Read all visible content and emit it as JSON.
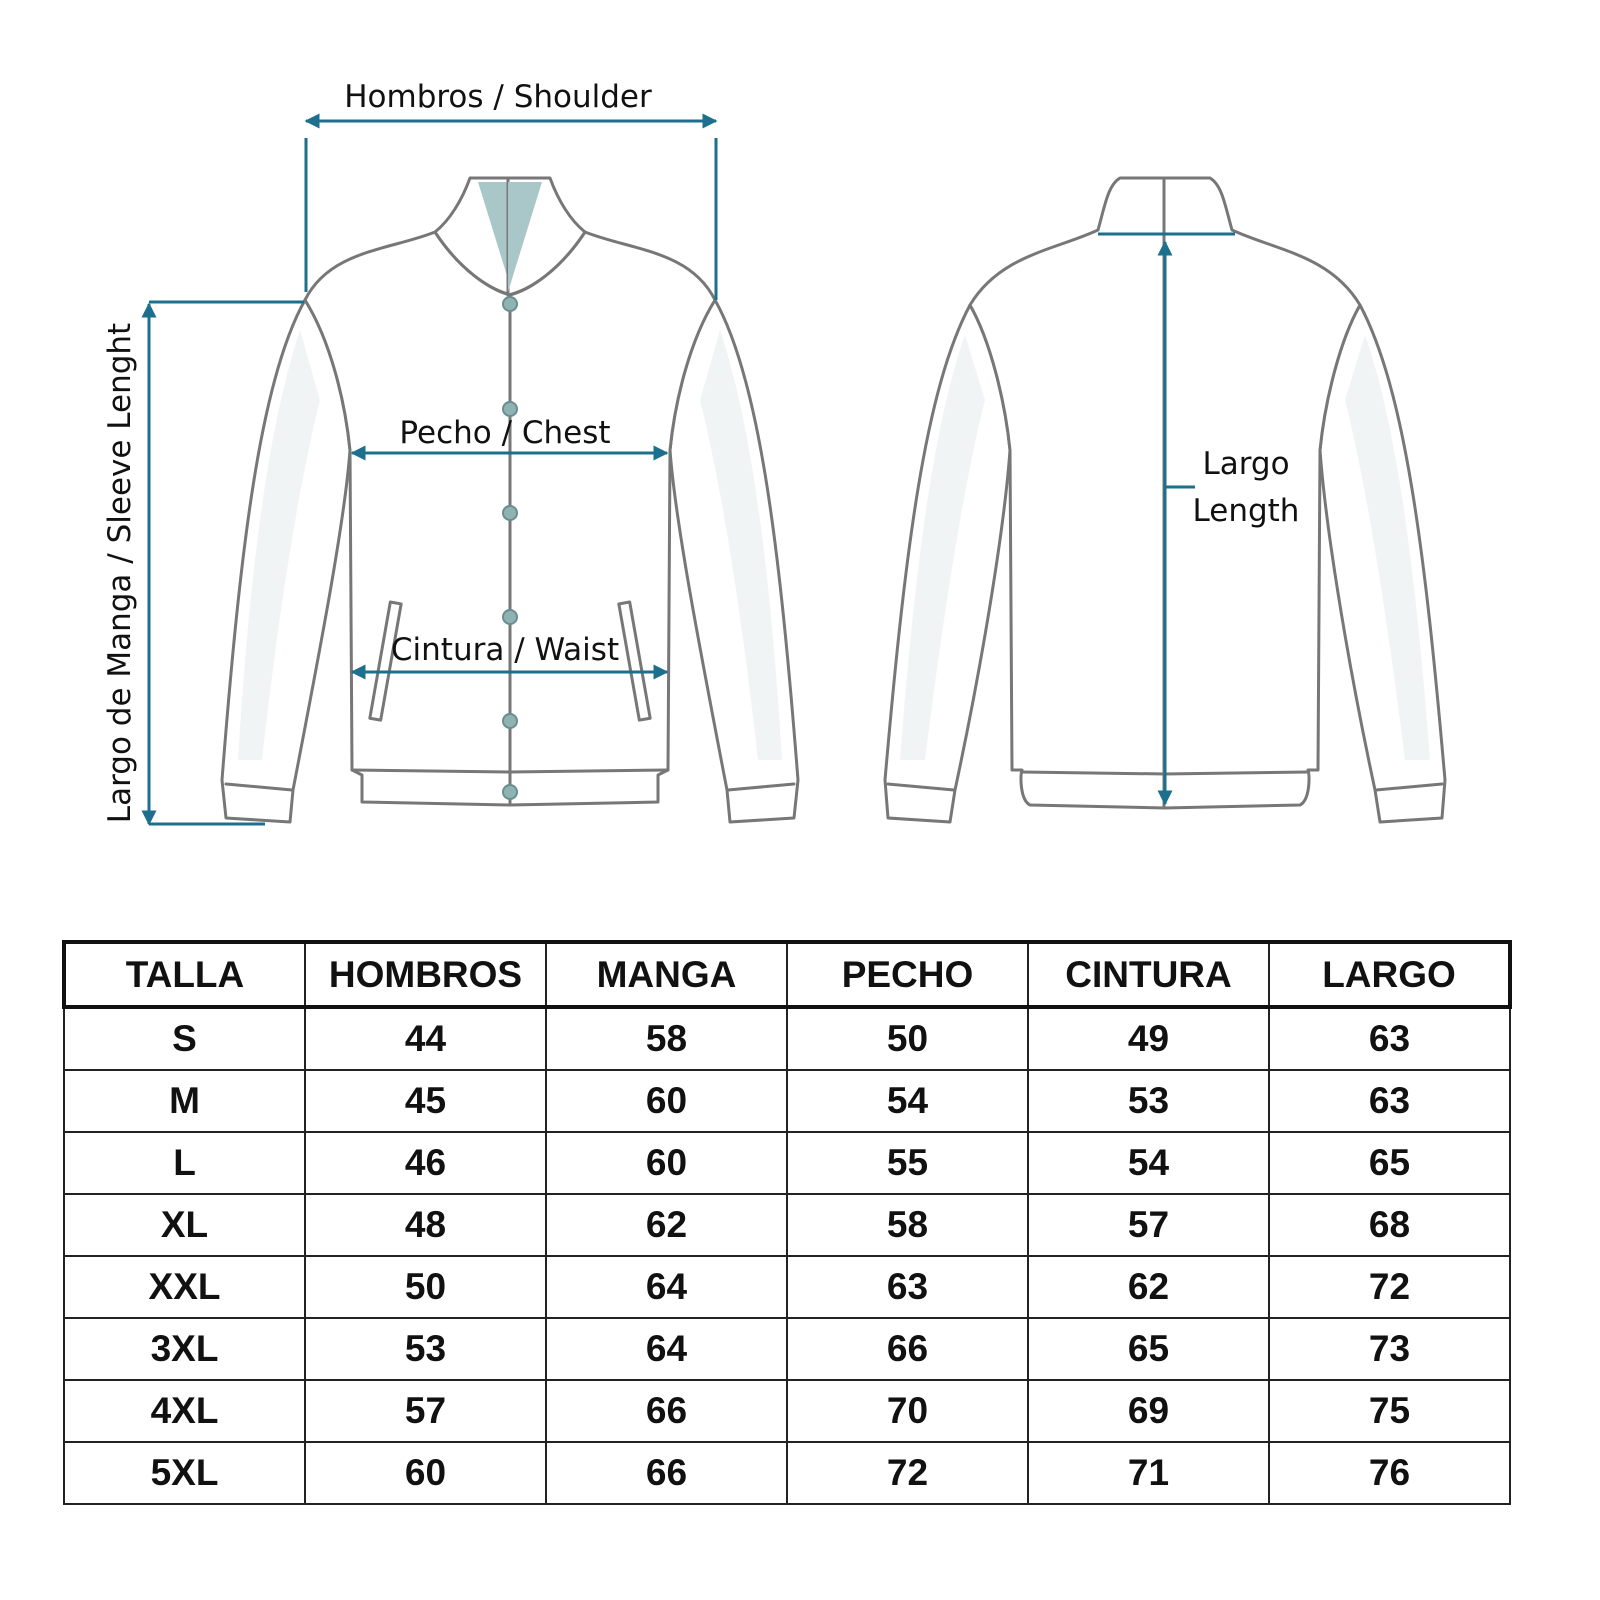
{
  "diagram": {
    "shoulder_label": "Hombros / Shoulder",
    "sleeve_label": "Largo de Manga / Sleeve Lenght",
    "chest_label": "Pecho  / Chest",
    "waist_label": "Cintura / Waist",
    "length_label_es": "Largo",
    "length_label_en": "Length",
    "accent_color": "#1d6f8e"
  },
  "table": {
    "headers": [
      "TALLA",
      "HOMBROS",
      "MANGA",
      "PECHO",
      "CINTURA",
      "LARGO"
    ],
    "rows": [
      [
        "S",
        "44",
        "58",
        "50",
        "49",
        "63"
      ],
      [
        "M",
        "45",
        "60",
        "54",
        "53",
        "63"
      ],
      [
        "L",
        "46",
        "60",
        "55",
        "54",
        "65"
      ],
      [
        "XL",
        "48",
        "62",
        "58",
        "57",
        "68"
      ],
      [
        "XXL",
        "50",
        "64",
        "63",
        "62",
        "72"
      ],
      [
        "3XL",
        "53",
        "64",
        "66",
        "65",
        "73"
      ],
      [
        "4XL",
        "57",
        "66",
        "70",
        "69",
        "75"
      ],
      [
        "5XL",
        "60",
        "66",
        "72",
        "71",
        "76"
      ]
    ]
  }
}
